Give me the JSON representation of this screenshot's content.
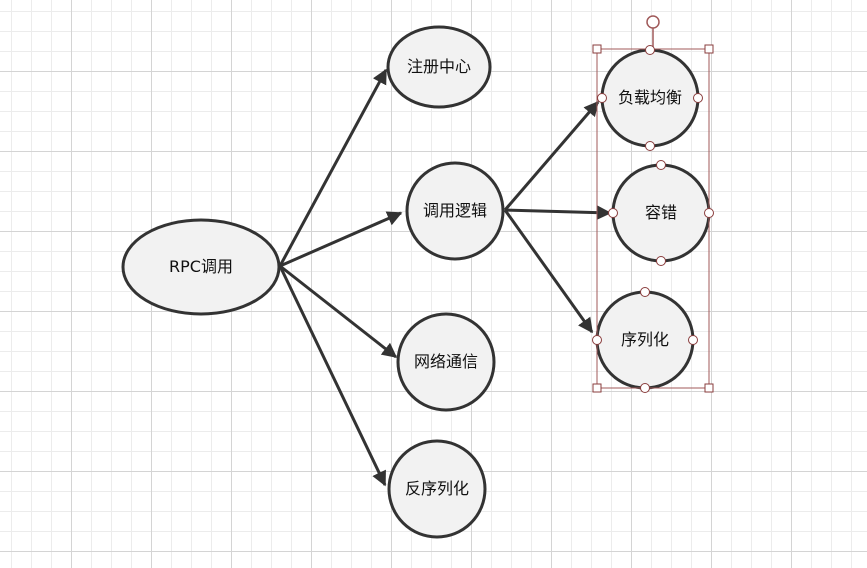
{
  "nodes": {
    "rpc": "RPC调用",
    "registry": "注册中心",
    "call_logic": "调用逻辑",
    "network": "网络通信",
    "deserialize": "反序列化",
    "load_balance": "负载均衡",
    "fault_tolerance": "容错",
    "serialize": "序列化"
  },
  "colors": {
    "stroke": "#333333",
    "node_fill": "#f2f2f2",
    "selection": "#a05a5a"
  }
}
